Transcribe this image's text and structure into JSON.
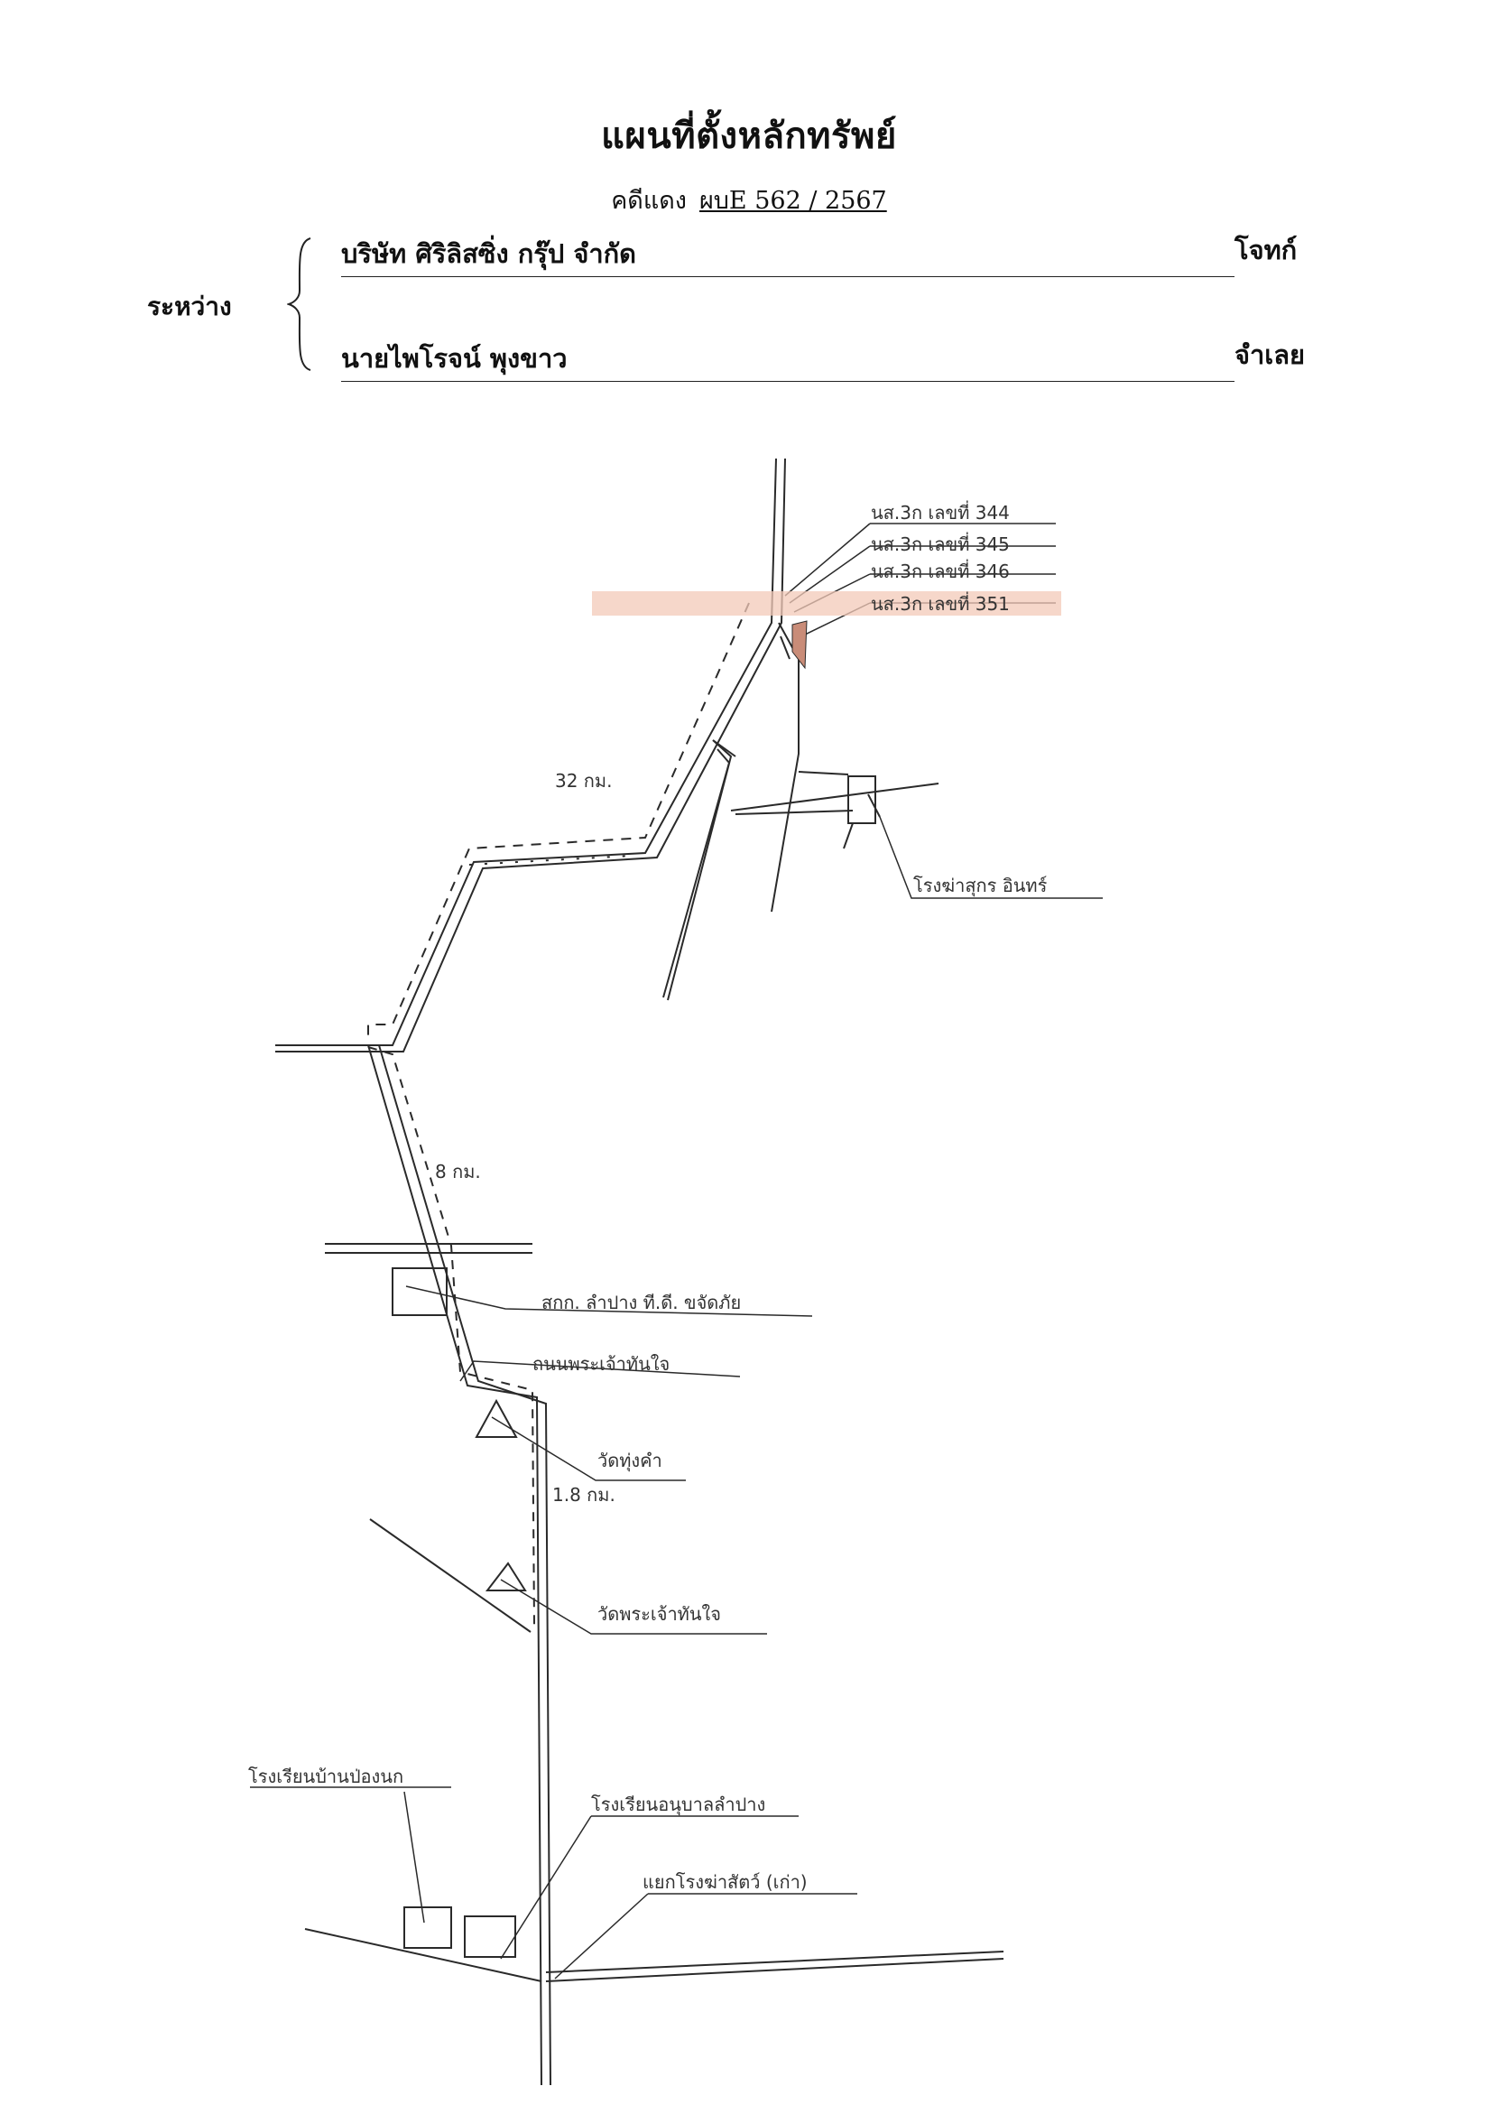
{
  "header": {
    "title": "แผนที่ตั้งหลักทรัพย์",
    "case_label": "คดีแดง",
    "case_number": "ผบE 562 / 2567",
    "between_label": "ระหว่าง",
    "plaintiff_name": "บริษัท ศิริลิสซิ่ง กรุ๊ป จำกัด",
    "plaintiff_role": "โจทก์",
    "defendant_name": "นายไพโรจน์ พุงขาว",
    "defendant_role": "จำเลย"
  },
  "map": {
    "parcels": [
      {
        "label": "นส.3ก เลขที่ 344",
        "highlighted": false
      },
      {
        "label": "นส.3ก เลขที่ 345",
        "highlighted": false
      },
      {
        "label": "นส.3ก เลขที่ 346",
        "highlighted": false
      },
      {
        "label": "นส.3ก เลขที่ 351",
        "highlighted": true
      }
    ],
    "distances": {
      "d1": "32 กม.",
      "d2": "8 กม.",
      "d3": "1.8 กม."
    },
    "landmarks": {
      "pig_farm": "โรงฆ่าสุกร อินทร์",
      "cooperative": "สกก. ลำปาง ที.ดี. ขจัดภัย",
      "road": "ถนนพระเจ้าทันใจ",
      "temple1": "วัดทุ่งคำ",
      "temple2": "วัดพระเจ้าทันใจ",
      "school1": "โรงเรียนบ้านป่องนก",
      "school2": "โรงเรียนอนุบาลลำปาง",
      "junction": "แยกโรงฆ่าสัตว์ (เก่า)"
    },
    "colors": {
      "ink": "#2a2a2a",
      "highlight": "#f3c9b8",
      "highlight_mark": "#c98c78"
    }
  }
}
